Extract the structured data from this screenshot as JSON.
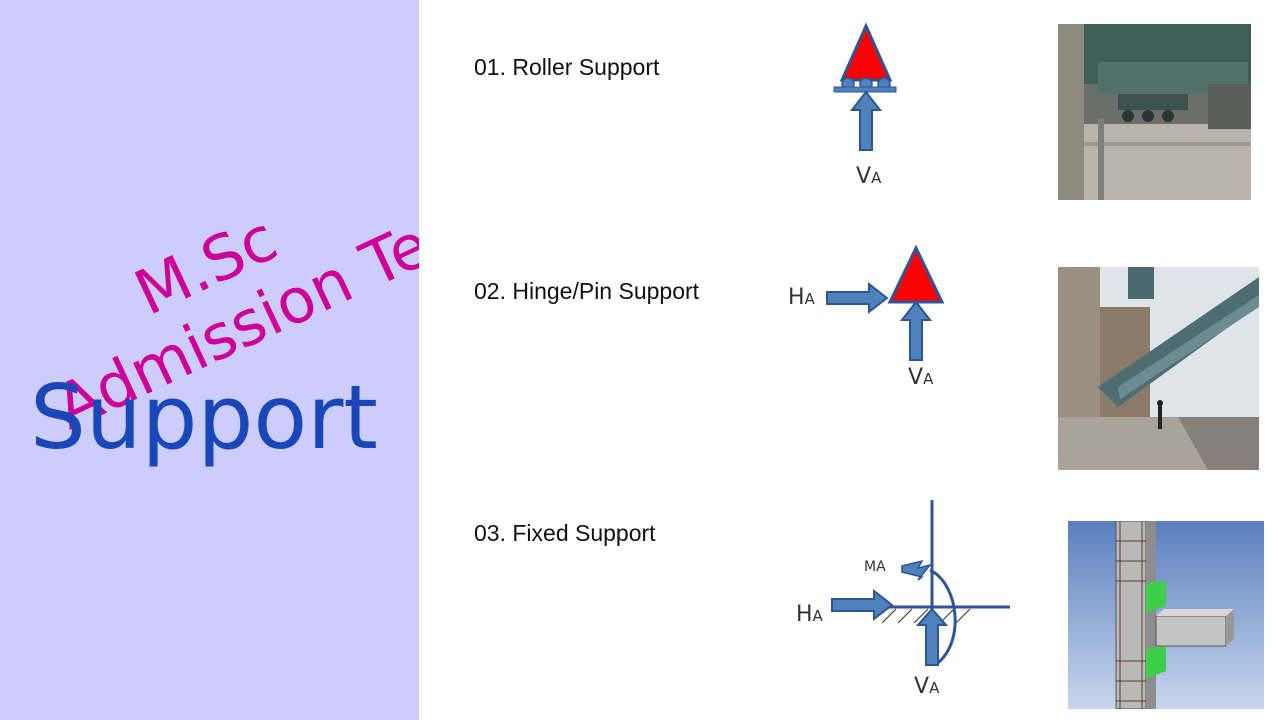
{
  "sidebar": {
    "title_line1": "M.Sc",
    "title_line2": "Admission Test",
    "subject": "Support"
  },
  "supports": [
    {
      "label": "01. Roller Support",
      "vertical_reaction": "V",
      "vertical_sub": "A"
    },
    {
      "label": "02. Hinge/Pin Support",
      "horizontal_reaction": "H",
      "horizontal_sub": "A",
      "vertical_reaction": "V",
      "vertical_sub": "A"
    },
    {
      "label": "03. Fixed Support",
      "moment_reaction": "MA",
      "horizontal_reaction": "H",
      "horizontal_sub": "A",
      "vertical_reaction": "V",
      "vertical_sub": "A"
    }
  ],
  "colors": {
    "sidebar_bg": "#ccccff",
    "title": "#cc0099",
    "subject": "#1a47b8",
    "arrow": "#4f81bd",
    "arrow_stroke": "#2f5597",
    "support_triangle": "#ff0000"
  },
  "images": [
    {
      "icon": "roller-bearing-photo"
    },
    {
      "icon": "bridge-pin-support-photo"
    },
    {
      "icon": "fixed-joint-model-photo"
    }
  ]
}
